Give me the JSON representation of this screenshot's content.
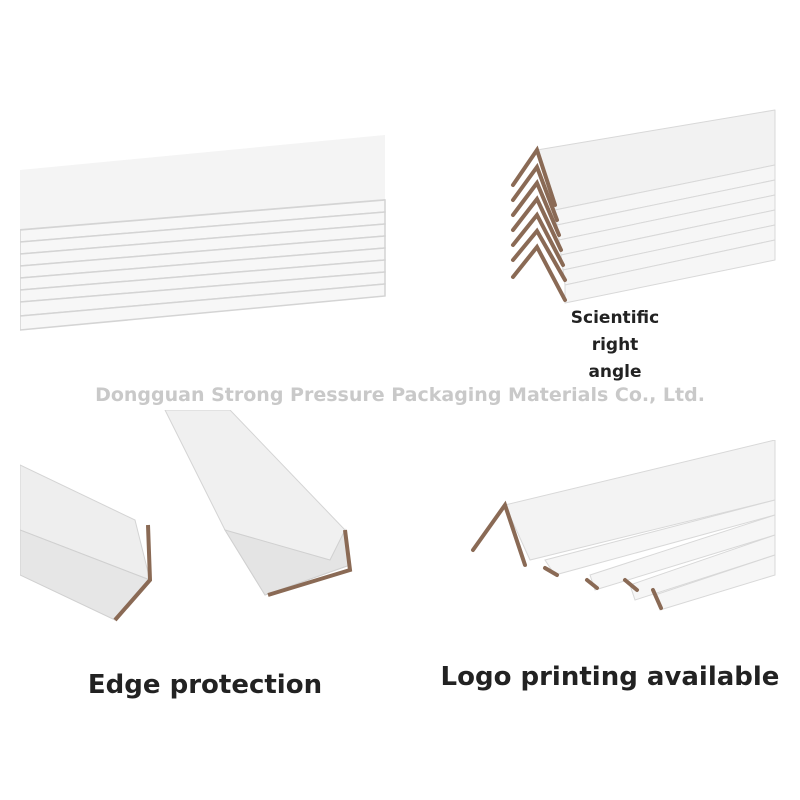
{
  "watermark": "Dongguan Strong Pressure Packaging Materials Co., Ltd.",
  "captions": {
    "right_angle": [
      "Scientific",
      "right",
      "angle"
    ],
    "edge_protection": "Edge protection",
    "logo_printing": "Logo printing available"
  },
  "colors": {
    "board_face": "#f3f3f3",
    "board_shadow": "#e2e2e2",
    "kraft_edge": "#8a6a55",
    "caption_text": "#222222",
    "watermark_text": "#c9c9c9"
  }
}
